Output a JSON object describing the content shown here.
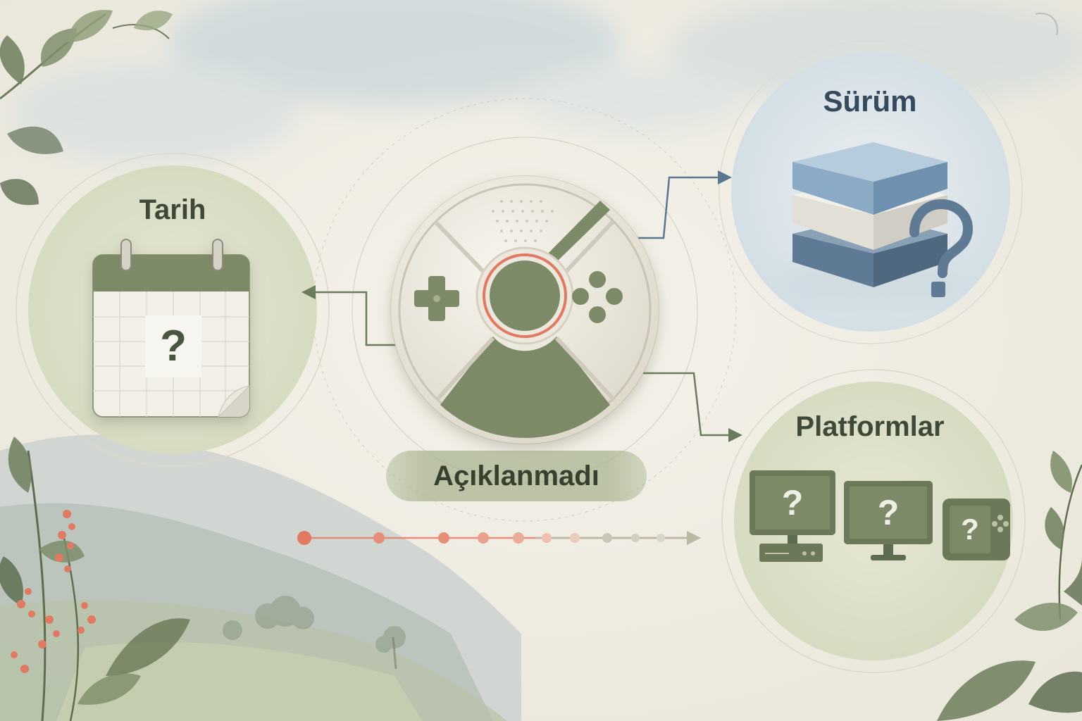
{
  "labels": {
    "date": "Tarih",
    "version": "Sürüm",
    "platforms": "Platformlar",
    "status": "Açıklanmadı"
  },
  "unknown_mark": "?",
  "icons": {
    "center": "game-controller-icon",
    "date": "calendar-icon",
    "version": "layered-stack-icon",
    "platforms": [
      "monitor-console-icon",
      "desktop-monitor-icon",
      "handheld-console-icon"
    ]
  },
  "colors": {
    "background": "#f1eee4",
    "sage": "#7c8a68",
    "dark_sage": "#5d6b4e",
    "cream": "#ebe7dc",
    "accent_coral": "#e07a63",
    "blue": "#8aaac6",
    "dark_blue": "#5f7a94",
    "arrow_blue": "#5a7690",
    "arrow_green": "#6a7b5e"
  }
}
